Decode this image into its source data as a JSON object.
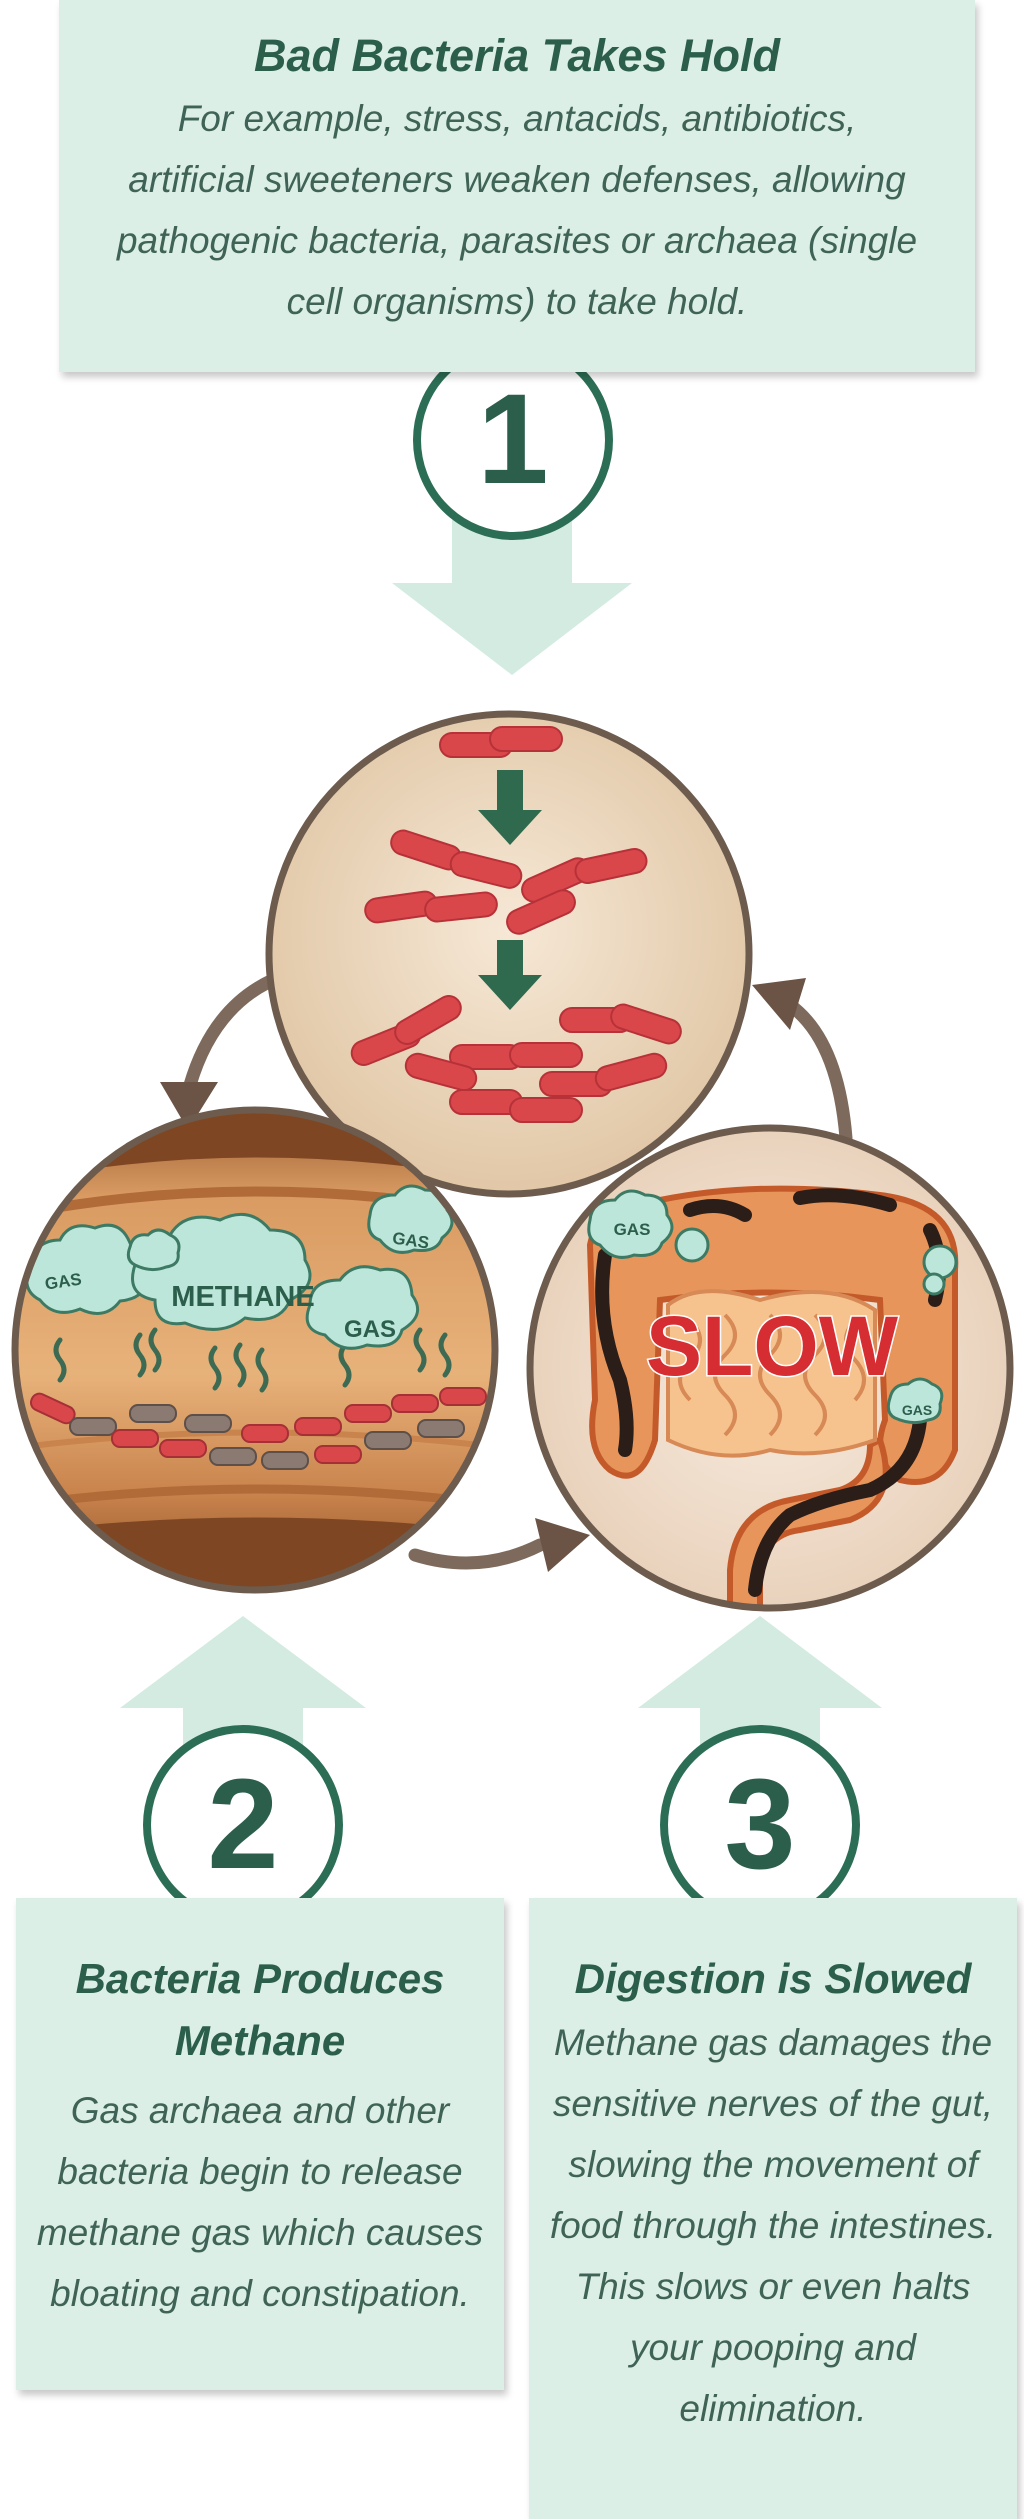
{
  "step1": {
    "number": "1",
    "title": "Bad Bacteria Takes Hold",
    "body": "For example, stress, antacids, antibiotics, artificial sweeteners weaken defenses, allowing pathogenic bacteria, parasites or archaea (single cell organisms) to take hold."
  },
  "step2": {
    "number": "2",
    "title": "Bacteria Produces Methane",
    "body": "Gas archaea and other bacteria begin to release methane gas which causes bloating and constipation."
  },
  "step3": {
    "number": "3",
    "title": "Digestion is Slowed",
    "body": "Methane gas damages the sensitive nerves of the gut, slowing the movement of food through the intestines. This slows or even halts your pooping and elimination."
  },
  "labels": {
    "gas": "GAS",
    "methane": "METHANE",
    "slow": "SLOW"
  },
  "colors": {
    "box_bg": "#dcefe6",
    "teal_dark": "#2c5e4c",
    "arrow_light": "#d3ebe1",
    "bacteria_red": "#d9474b",
    "cycle_arrow": "#6b5446"
  }
}
